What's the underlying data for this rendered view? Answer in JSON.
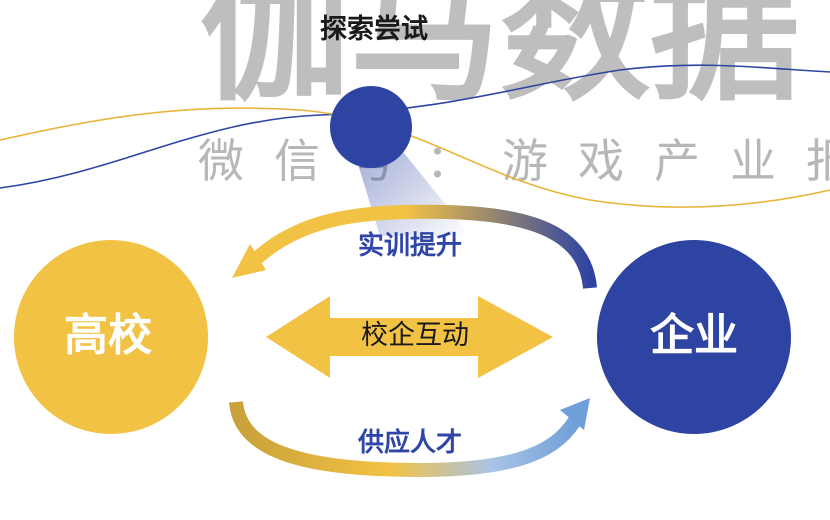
{
  "watermark": {
    "title": "伽马数据",
    "subtitle": "微信号：游戏产业报告"
  },
  "top_label": "探索尝试",
  "left_node": {
    "label": "高校",
    "color": "#f2c244"
  },
  "right_node": {
    "label": "企业",
    "color": "#2e44a2"
  },
  "center_arrow": {
    "label": "校企互动",
    "color": "#f2c244"
  },
  "upper_arrow": {
    "label": "实训提升"
  },
  "lower_arrow": {
    "label": "供应人才"
  },
  "colors": {
    "blue": "#2e44a2",
    "yellow": "#f2c244",
    "light_blue": "#6f9fd8"
  }
}
